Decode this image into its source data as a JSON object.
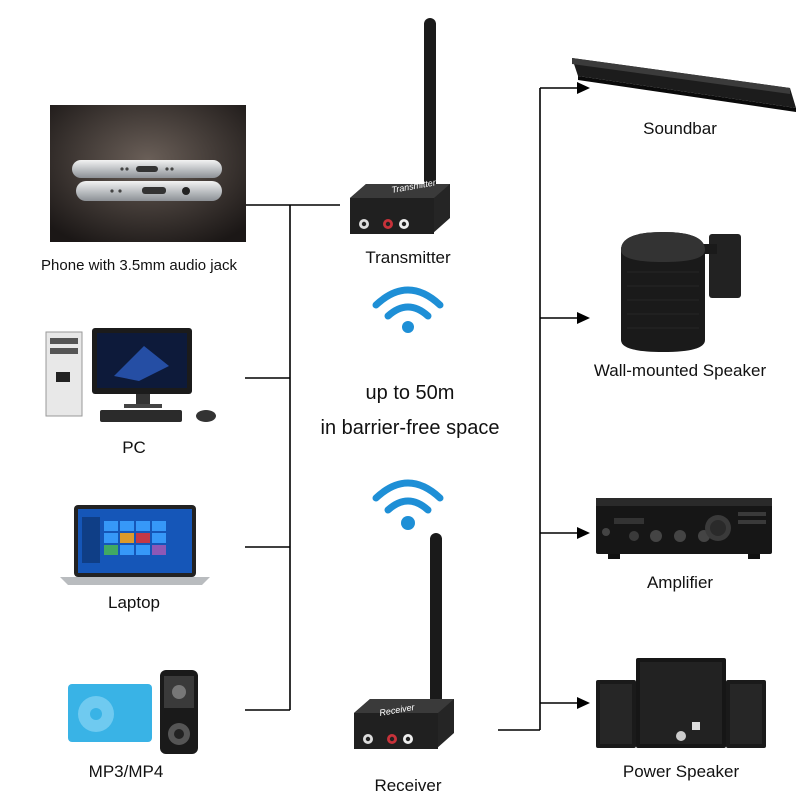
{
  "sources": {
    "phone": {
      "label": "Phone with 3.5mm audio jack",
      "icon": "phone-icon"
    },
    "pc": {
      "label": "PC",
      "icon": "desktop-pc-icon"
    },
    "laptop": {
      "label": "Laptop",
      "icon": "laptop-icon"
    },
    "mp3": {
      "label": "MP3/MP4",
      "icon": "mp3-player-icon"
    }
  },
  "transmitter": {
    "label": "Transmitter",
    "device_text": "Transmitter"
  },
  "receiver": {
    "label": "Receiver",
    "device_text": "Receiver"
  },
  "range": {
    "line1": "up to 50m",
    "line2": "in barrier-free space"
  },
  "outputs": {
    "soundbar": {
      "label": "Soundbar",
      "icon": "soundbar-icon"
    },
    "wall_speaker": {
      "label": "Wall-mounted Speaker",
      "icon": "wall-speaker-icon"
    },
    "amplifier": {
      "label": "Amplifier",
      "icon": "amplifier-icon"
    },
    "power_speaker": {
      "label": "Power Speaker",
      "icon": "power-speaker-icon"
    }
  },
  "colors": {
    "wifi": "#1e8fd6",
    "line": "#000000",
    "device": "#1a1a1a"
  }
}
